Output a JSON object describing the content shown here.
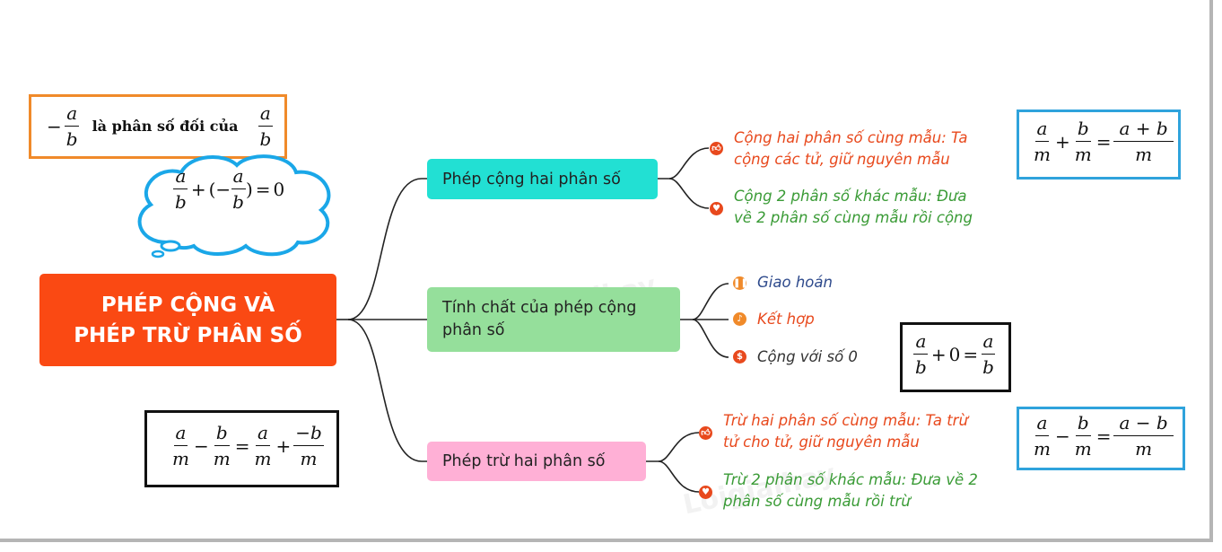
{
  "root": {
    "line1": "PHÉP CỘNG VÀ",
    "line2": "PHÉP TRỪ PHÂN SỐ"
  },
  "branches": [
    {
      "label": "Phép cộng hai phân số",
      "color": "#22e0d3"
    },
    {
      "label_line1": "Tính chất của phép cộng",
      "label_line2": "phân số",
      "color": "#95df9b"
    },
    {
      "label": "Phép trừ hai phân số",
      "color": "#ffb0d6"
    }
  ],
  "leaves": {
    "add_same": {
      "line1": "Cộng hai phân số cùng mẫu: Ta",
      "line2": "cộng các tử, giữ nguyên mẫu",
      "color": "#e8491d",
      "icon": "thumbs-up-icon"
    },
    "add_diff": {
      "line1": "Cộng 2 phân số khác mẫu: Đưa",
      "line2": "về 2 phân số cùng mẫu rồi cộng",
      "color": "#3a9b36",
      "icon": "heart-icon"
    },
    "commutative": {
      "text": "Giao hoán",
      "color": "#2e4a8c",
      "icon": "pause-icon"
    },
    "associative": {
      "text": "Kết hợp",
      "color": "#e8491d",
      "icon": "bell-icon"
    },
    "add_zero": {
      "text": "Cộng với số 0",
      "color": "#333333",
      "icon": "dollar-icon"
    },
    "sub_same": {
      "line1": "Trừ hai phân số cùng mẫu: Ta trừ",
      "line2": "tử cho tử, giữ nguyên mẫu",
      "color": "#e8491d",
      "icon": "thumbs-up-icon"
    },
    "sub_diff": {
      "line1": "Trừ 2 phân số khác mẫu: Đưa về 2",
      "line2": "phân số cùng mẫu rồi trừ",
      "color": "#3a9b36",
      "icon": "heart-icon"
    }
  },
  "formulas": {
    "opposite_note": {
      "minus": "−",
      "a": "a",
      "b": "b",
      "text": "là phân số đối của"
    },
    "cloud": {
      "a": "a",
      "b": "b",
      "plus": "+",
      "lp": "(−",
      "rp": ")",
      "eq": "=",
      "zero": "0"
    },
    "add_rule": {
      "a": "a",
      "b": "b",
      "m": "m",
      "plus": "+",
      "eq": "=",
      "sum": "a + b"
    },
    "zero_rule": {
      "a": "a",
      "b": "b",
      "plus": "+",
      "zero": "0",
      "eq": "="
    },
    "sub_rule": {
      "a": "a",
      "b": "b",
      "m": "m",
      "minus": "−",
      "eq": "=",
      "diff": "a − b"
    },
    "sub_as_add": {
      "a": "a",
      "b": "b",
      "m": "m",
      "minus": "−",
      "eq": "=",
      "plus": "+",
      "negb": "−b"
    }
  },
  "colors": {
    "root": "#fa4913",
    "orange_border": "#f08a2a",
    "blue_border": "#2fa3dc",
    "black_border": "#111111",
    "cloud": "#1aa7e8"
  }
}
